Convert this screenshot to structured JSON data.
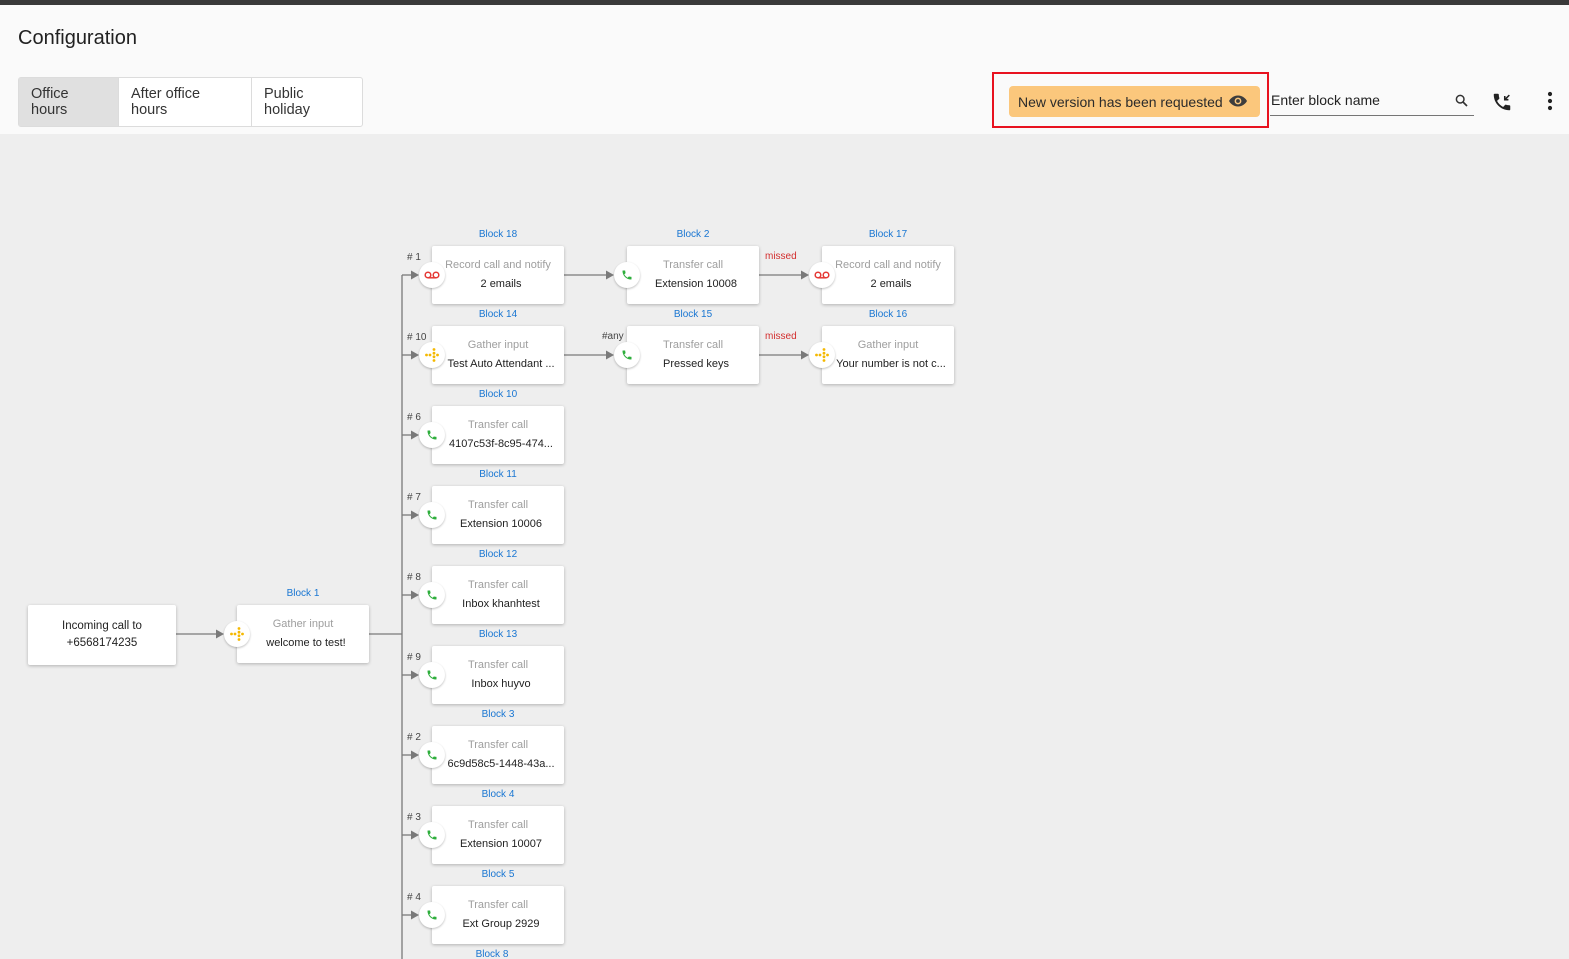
{
  "header": {
    "title": "Configuration",
    "tabs": [
      "Office hours",
      "After office hours",
      "Public holiday"
    ],
    "active_tab": "Office hours",
    "version_badge": "New version has been requested",
    "search": {
      "placeholder": "Enter block name",
      "value": ""
    }
  },
  "flow": {
    "start": {
      "line1": "Incoming call to",
      "line2": "+6568174235"
    },
    "root": {
      "label": "Block 1",
      "type": "Gather input",
      "detail": "welcome to test!",
      "icon": "gather"
    },
    "branches": [
      {
        "key": "# 1",
        "label": "Block 18",
        "type": "Record call and notify",
        "detail": "2 emails",
        "icon": "voicemail"
      },
      {
        "key": "# 10",
        "label": "Block 14",
        "type": "Gather input",
        "detail": "Test Auto Attendant ...",
        "icon": "gather"
      },
      {
        "key": "# 6",
        "label": "Block 10",
        "type": "Transfer call",
        "detail": "4107c53f-8c95-474...",
        "icon": "phone"
      },
      {
        "key": "# 7",
        "label": "Block 11",
        "type": "Transfer call",
        "detail": "Extension 10006",
        "icon": "phone"
      },
      {
        "key": "# 8",
        "label": "Block 12",
        "type": "Transfer call",
        "detail": "Inbox khanhtest",
        "icon": "phone"
      },
      {
        "key": "# 9",
        "label": "Block 13",
        "type": "Transfer call",
        "detail": "Inbox huyvo",
        "icon": "phone"
      },
      {
        "key": "# 2",
        "label": "Block 3",
        "type": "Transfer call",
        "detail": "6c9d58c5-1448-43a...",
        "icon": "phone"
      },
      {
        "key": "# 3",
        "label": "Block 4",
        "type": "Transfer call",
        "detail": "Extension 10007",
        "icon": "phone"
      },
      {
        "key": "# 4",
        "label": "Block 5",
        "type": "Transfer call",
        "detail": "Ext Group 2929",
        "icon": "phone"
      },
      {
        "key": "",
        "label": "Block 8",
        "type": "",
        "detail": "",
        "icon": "phone"
      }
    ],
    "row1_chain": [
      {
        "label": "Block 2",
        "type": "Transfer call",
        "detail": "Extension 10008",
        "icon": "phone",
        "edge": ""
      },
      {
        "label": "Block 17",
        "type": "Record call and notify",
        "detail": "2 emails",
        "icon": "voicemail",
        "edge": "missed"
      }
    ],
    "row2_chain": [
      {
        "label": "Block 15",
        "type": "Transfer call",
        "detail": "Pressed keys",
        "icon": "phone",
        "edge": "#any"
      },
      {
        "label": "Block 16",
        "type": "Gather input",
        "detail": "Your number is not c...",
        "icon": "gather",
        "edge": "missed"
      }
    ]
  },
  "colors": {
    "accent_blue": "#1976d2",
    "badge_bg": "#fbc77c",
    "highlight_red": "#e8121f",
    "phone_green": "#2eae3c",
    "voicemail_red": "#e53935",
    "gather_yellow": "#f5b800",
    "missed_red": "#d32f2f",
    "canvas_bg": "#eeeeee"
  }
}
